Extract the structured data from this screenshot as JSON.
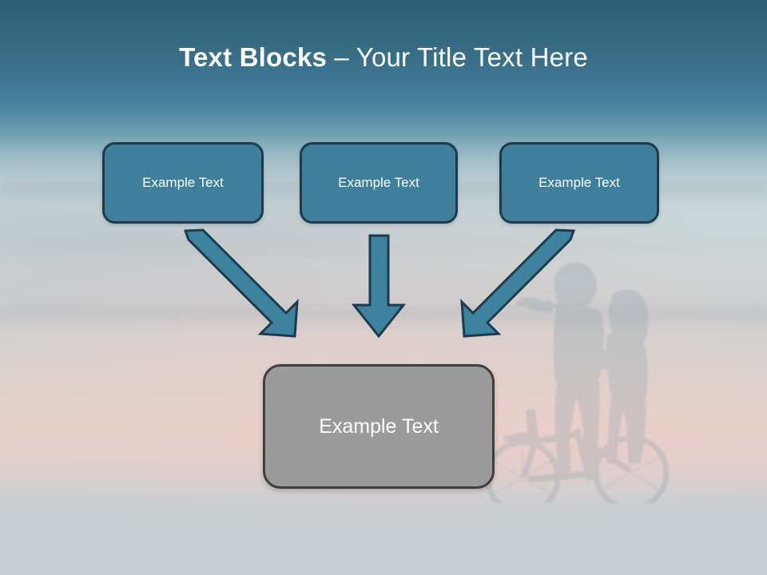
{
  "slide": {
    "title_bold": "Text Blocks",
    "title_separator": " – ",
    "title_rest": "Your Title Text Here",
    "title_full": "Text Blocks – Your Title Text Here"
  },
  "top_boxes": [
    {
      "label": "Example Text"
    },
    {
      "label": "Example Text"
    },
    {
      "label": "Example Text"
    }
  ],
  "bottom_box": {
    "label": "Example Text"
  },
  "arrows": [
    {
      "name": "arrow-left-diagonal",
      "direction": "down-right",
      "from_box": 1,
      "to_box": "bottom"
    },
    {
      "name": "arrow-middle-straight",
      "direction": "down",
      "from_box": 2,
      "to_box": "bottom"
    },
    {
      "name": "arrow-right-diagonal",
      "direction": "down-left",
      "from_box": 3,
      "to_box": "bottom"
    }
  ],
  "colors": {
    "box_fill": "#3F7F9B",
    "box_border": "#1D3B4C",
    "arrow_fill": "#3F82A0",
    "arrow_border": "#1D3B4C",
    "grey_box_fill": "#9B9B9B",
    "grey_box_border": "#3F3F3F",
    "title_text": "#FFFFFF",
    "sky_top": "#2D5F75",
    "sky_bottom": "#C6CED2"
  },
  "background": {
    "scene": "sunset-sky-with-cyclist-silhouettes"
  }
}
